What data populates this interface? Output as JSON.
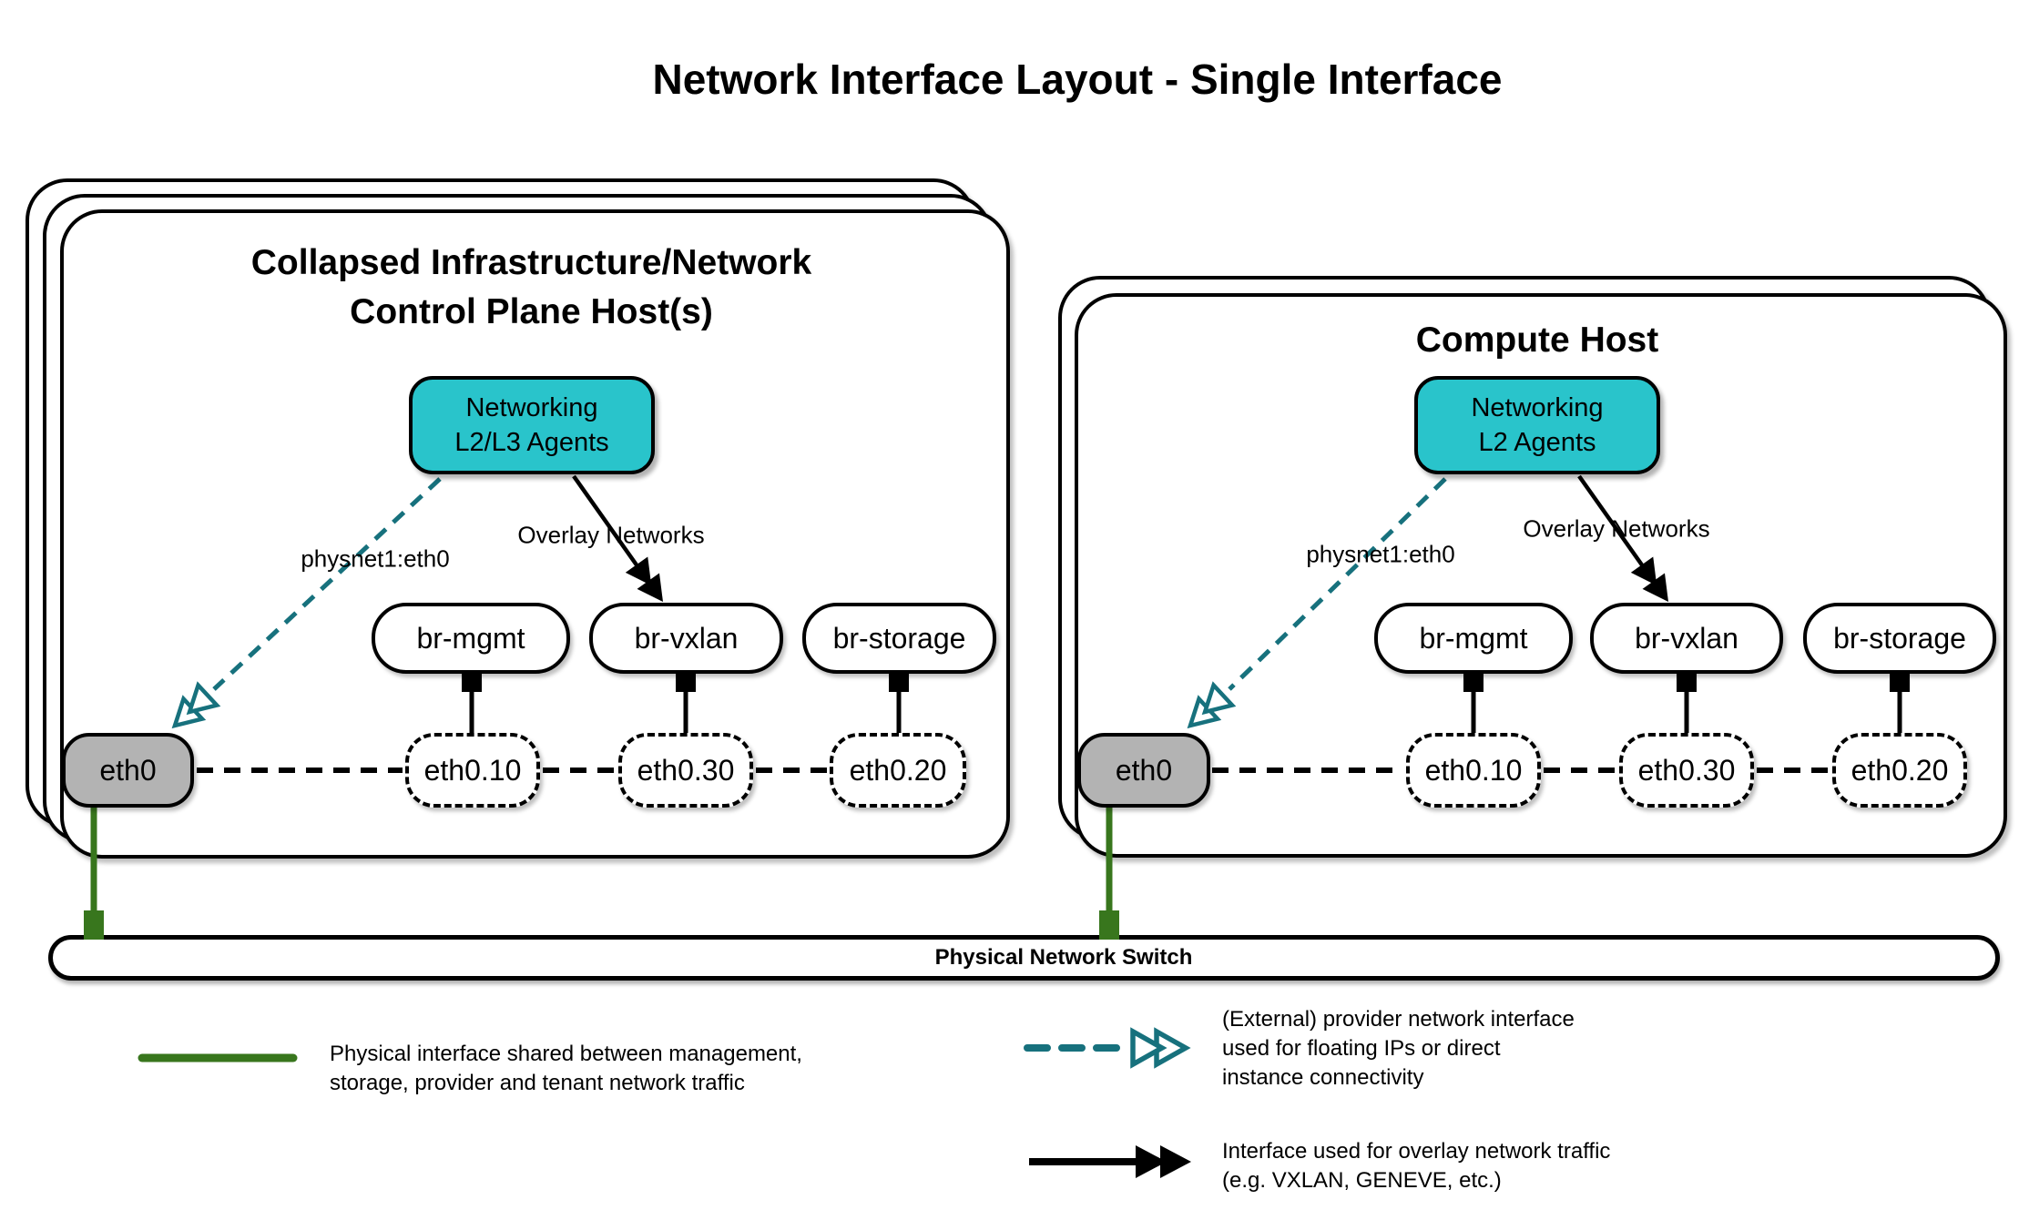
{
  "title": "Network Interface Layout - Single Interface",
  "colors": {
    "agent_fill": "#29c4cb",
    "provider_arrow_teal": "#17717d",
    "physical_link_green": "#38761d",
    "interface_gray": "#b3b3b3",
    "line_black": "#000000"
  },
  "left_host": {
    "title": "Collapsed Infrastructure/Network\nControl Plane Host(s)",
    "agent_label": "Networking\nL2/L3 Agents",
    "provider_link_label": "physnet1:eth0",
    "overlay_link_label": "Overlay Networks",
    "bridges": [
      "br-mgmt",
      "br-vxlan",
      "br-storage"
    ],
    "physical_interface": "eth0",
    "vlan_interfaces": [
      "eth0.10",
      "eth0.30",
      "eth0.20"
    ]
  },
  "right_host": {
    "title": "Compute Host",
    "agent_label": "Networking\nL2 Agents",
    "provider_link_label": "physnet1:eth0",
    "overlay_link_label": "Overlay Networks",
    "bridges": [
      "br-mgmt",
      "br-vxlan",
      "br-storage"
    ],
    "physical_interface": "eth0",
    "vlan_interfaces": [
      "eth0.10",
      "eth0.30",
      "eth0.20"
    ]
  },
  "switch": {
    "label": "Physical Network Switch"
  },
  "legend": {
    "physical": {
      "swatch": "green-line",
      "text": "Physical interface shared between management,\nstorage, provider and tenant network traffic"
    },
    "provider": {
      "swatch": "teal-dashed-double-arrow",
      "text": "(External) provider network interface\nused for floating IPs or direct\ninstance connectivity"
    },
    "overlay": {
      "swatch": "black-double-arrow",
      "text": "Interface used for overlay network traffic\n(e.g. VXLAN, GENEVE, etc.)"
    }
  }
}
